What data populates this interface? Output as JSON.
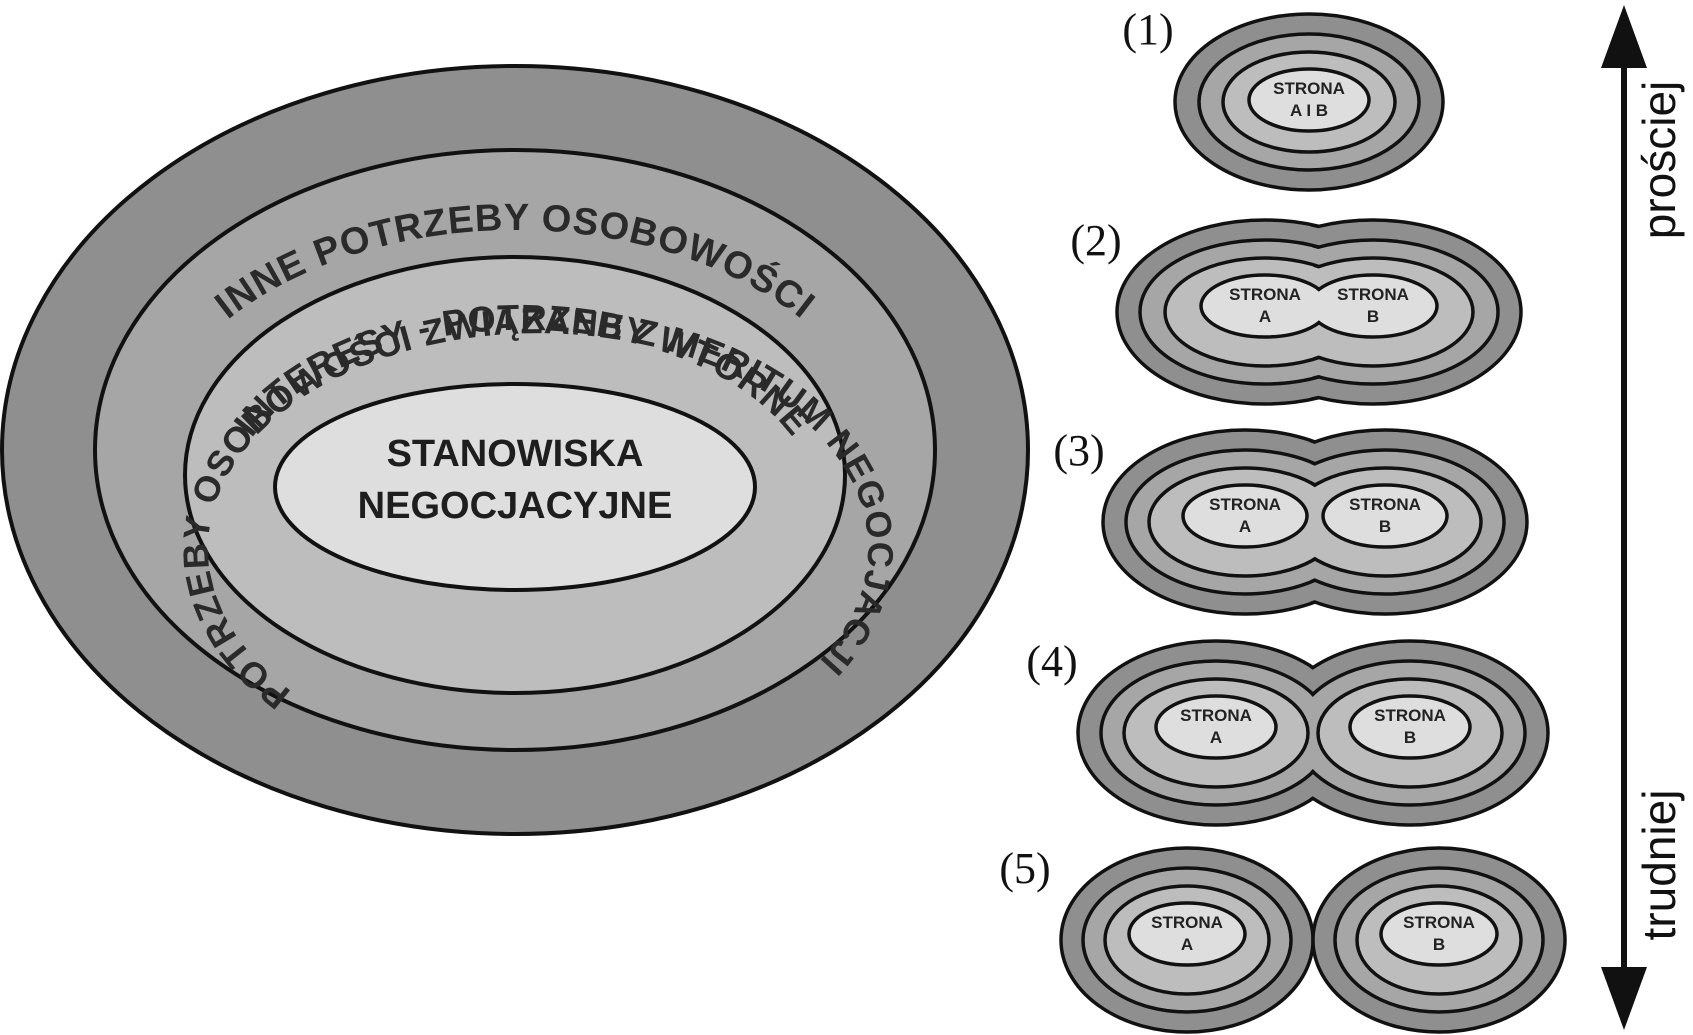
{
  "main_diagram": {
    "ring_outer": "INNE POTRZEBY OSOBOWOŚCI",
    "ring_second": "POTRZEBY OSOBOWOŚCI ZWIĄZANE Z MERITUM NEGOCJACJI",
    "ring_third": "INTERESY - POTRZEBY WTÓRNE",
    "core_line1": "STANOWISKA",
    "core_line2": "NEGOCJACYJNE"
  },
  "scenarios": [
    {
      "number": "(1)",
      "merged_line1": "STRONA",
      "merged_line2": "A I B"
    },
    {
      "number": "(2)",
      "a_line1": "STRONA",
      "a_line2": "A",
      "b_line1": "STRONA",
      "b_line2": "B"
    },
    {
      "number": "(3)",
      "a_line1": "STRONA",
      "a_line2": "A",
      "b_line1": "STRONA",
      "b_line2": "B"
    },
    {
      "number": "(4)",
      "a_line1": "STRONA",
      "a_line2": "A",
      "b_line1": "STRONA",
      "b_line2": "B"
    },
    {
      "number": "(5)",
      "a_line1": "STRONA",
      "a_line2": "A",
      "b_line1": "STRONA",
      "b_line2": "B"
    }
  ],
  "axis": {
    "top_label": "prościej",
    "bottom_label": "trudniej"
  },
  "colors": {
    "outline": "#111111",
    "ring1": "#8f8f8f",
    "ring2": "#a6a6a6",
    "ring3": "#bdbdbd",
    "core": "#dedede"
  }
}
